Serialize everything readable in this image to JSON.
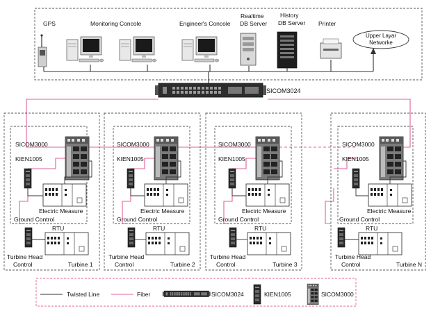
{
  "top_devices": {
    "gps": "GPS",
    "monitoring": "Monitoring Concole",
    "engineer": "Engineer's Concole",
    "realtime_1": "Realtime",
    "realtime_2": "DB Server",
    "history_1": "History",
    "history_2": "DB Server",
    "printer": "Printer",
    "upper_1": "Upper Layar",
    "upper_2": "Networke",
    "core_switch": "SICOM3024"
  },
  "turbine_labels": {
    "switch": "SICOM3000",
    "converter": "KIEN1005",
    "electric": "Electric Measure",
    "ground": "Ground Control",
    "rtu": "RTU",
    "head_1": "Turbine Head",
    "head_2": "Control"
  },
  "turbines": [
    {
      "name": "Turbine 1"
    },
    {
      "name": "Turbine 2"
    },
    {
      "name": "Turbine 3"
    },
    {
      "name": "Turbine N"
    }
  ],
  "legend": {
    "twisted": "Twisted Line",
    "fiber": "Fiber",
    "sicom3024": "SICOM3024",
    "kien1005": "KIEN1005",
    "sicom3000": "SICOM3000"
  },
  "colors": {
    "fiber": "#e0609a",
    "twisted": "#333333",
    "dashed_box": "#555555"
  }
}
